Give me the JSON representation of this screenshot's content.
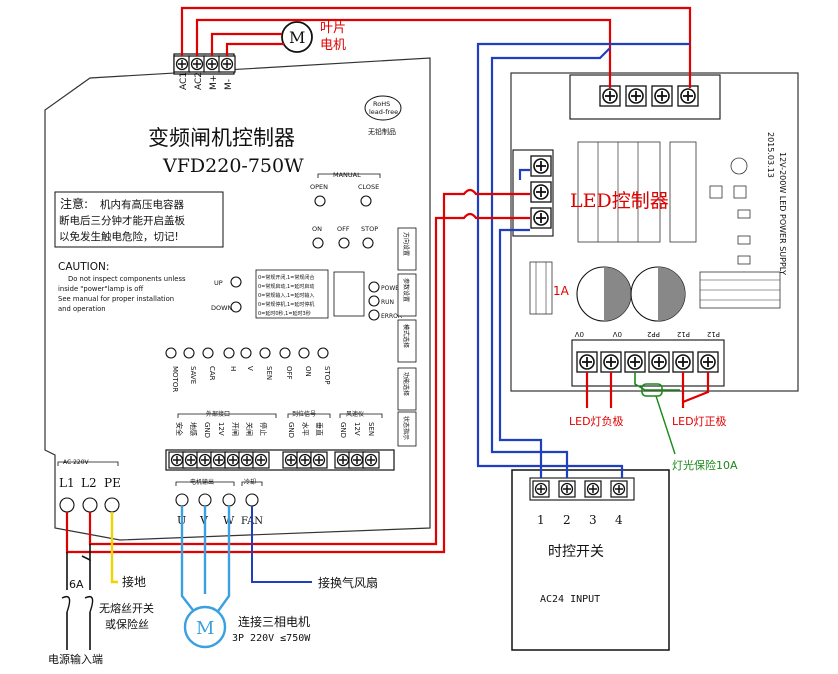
{
  "motor_top": {
    "label_line1": "叶片",
    "label_line2": "电机",
    "symbol": "M",
    "terminals": [
      "AC1",
      "AC2",
      "M+",
      "M-"
    ]
  },
  "vfd": {
    "title": "变频闸机控制器",
    "model": "VFD220-750W",
    "rohs_line1": "RoHS",
    "rohs_line2": "lead-free",
    "rohs_caption": "无铅制品",
    "notice_title": "注意:",
    "notice_line1": "机内有高压电容器",
    "notice_line2": "断电后三分钟才能开启盖板",
    "notice_line3": "以免发生触电危险，切记!",
    "caution_title": "CAUTION:",
    "caution_line1": "Do not inspect components unless",
    "caution_line2": "inside \"power\"lamp is off",
    "caution_line3": "See manual for proper installation",
    "caution_line4": "and operation",
    "manual_label": "MANUAL",
    "open_label": "OPEN",
    "close_label": "CLOSE",
    "on_label": "ON",
    "off_label": "OFF",
    "stop_label": "STOP",
    "up_label": "UP",
    "down_label": "DOWN",
    "status_leds": [
      "POWER",
      "RUN",
      "ERROR"
    ],
    "mode_lines": [
      "0=常规开闭,1=常规闭合",
      "0=常规启动,1=延时启动",
      "0=常规输入,1=延时输入",
      "0=常规停机,1=延时停机",
      "0=延时0秒,1=延时3秒"
    ],
    "side_tabs": [
      "方向设置",
      "参数设置",
      "模式选择",
      "功能选择",
      "状态指示"
    ],
    "signal_labels": [
      "MOTOR",
      "SAVE",
      "CAR",
      "H",
      "V",
      "SEN",
      "OFF",
      "ON",
      "STOP"
    ],
    "group_external": "外部接口",
    "group_external_pins": [
      "安全",
      "地感",
      "GND",
      "12V",
      "开闸",
      "关闸",
      "停止"
    ],
    "group_detect": "到位信号",
    "group_detect_pins": [
      "GND",
      "水平",
      "垂直"
    ],
    "group_fan": "风速仪",
    "group_fan_pins": [
      "GND",
      "12V",
      "SEN"
    ],
    "power_group": "AC 220V",
    "power_terminals": [
      "L1",
      "L2",
      "PE"
    ],
    "motor_out_group": "电机输出",
    "motor_out_terminals": [
      "U",
      "V",
      "W"
    ],
    "fan_group": "冷却",
    "fan_terminal": "FAN"
  },
  "led": {
    "title": "LED控制器",
    "board_text": "12V-200W LED POWER SUPPLY",
    "board_date": "2015.03.13",
    "fuse_label": "1A",
    "neg_label": "LED灯负极",
    "pos_label": "LED灯正极",
    "fuse_note": "灯光保险10A",
    "bottom_terminals": [
      "0V",
      "0V",
      "PP2",
      "P12",
      "P12"
    ]
  },
  "timer": {
    "title": "时控开关",
    "input": "AC24  INPUT",
    "terminals": [
      "1",
      "2",
      "3",
      "4"
    ]
  },
  "bottom": {
    "ground_label": "接地",
    "fuse_rating": "6A",
    "breaker_line1": "无熔丝开关",
    "breaker_line2": "或保险丝",
    "power_input": "电源输入端",
    "fan_label": "接换气风扇",
    "motor_line1": "连接三相电机",
    "motor_line2": "3P  220V  ≤750W",
    "motor_symbol": "M"
  },
  "colors": {
    "red": "#e00000",
    "blue": "#1e3fbf",
    "yellow": "#f2d200",
    "cyan": "#3aa0e0",
    "green": "#1a8a1a"
  }
}
